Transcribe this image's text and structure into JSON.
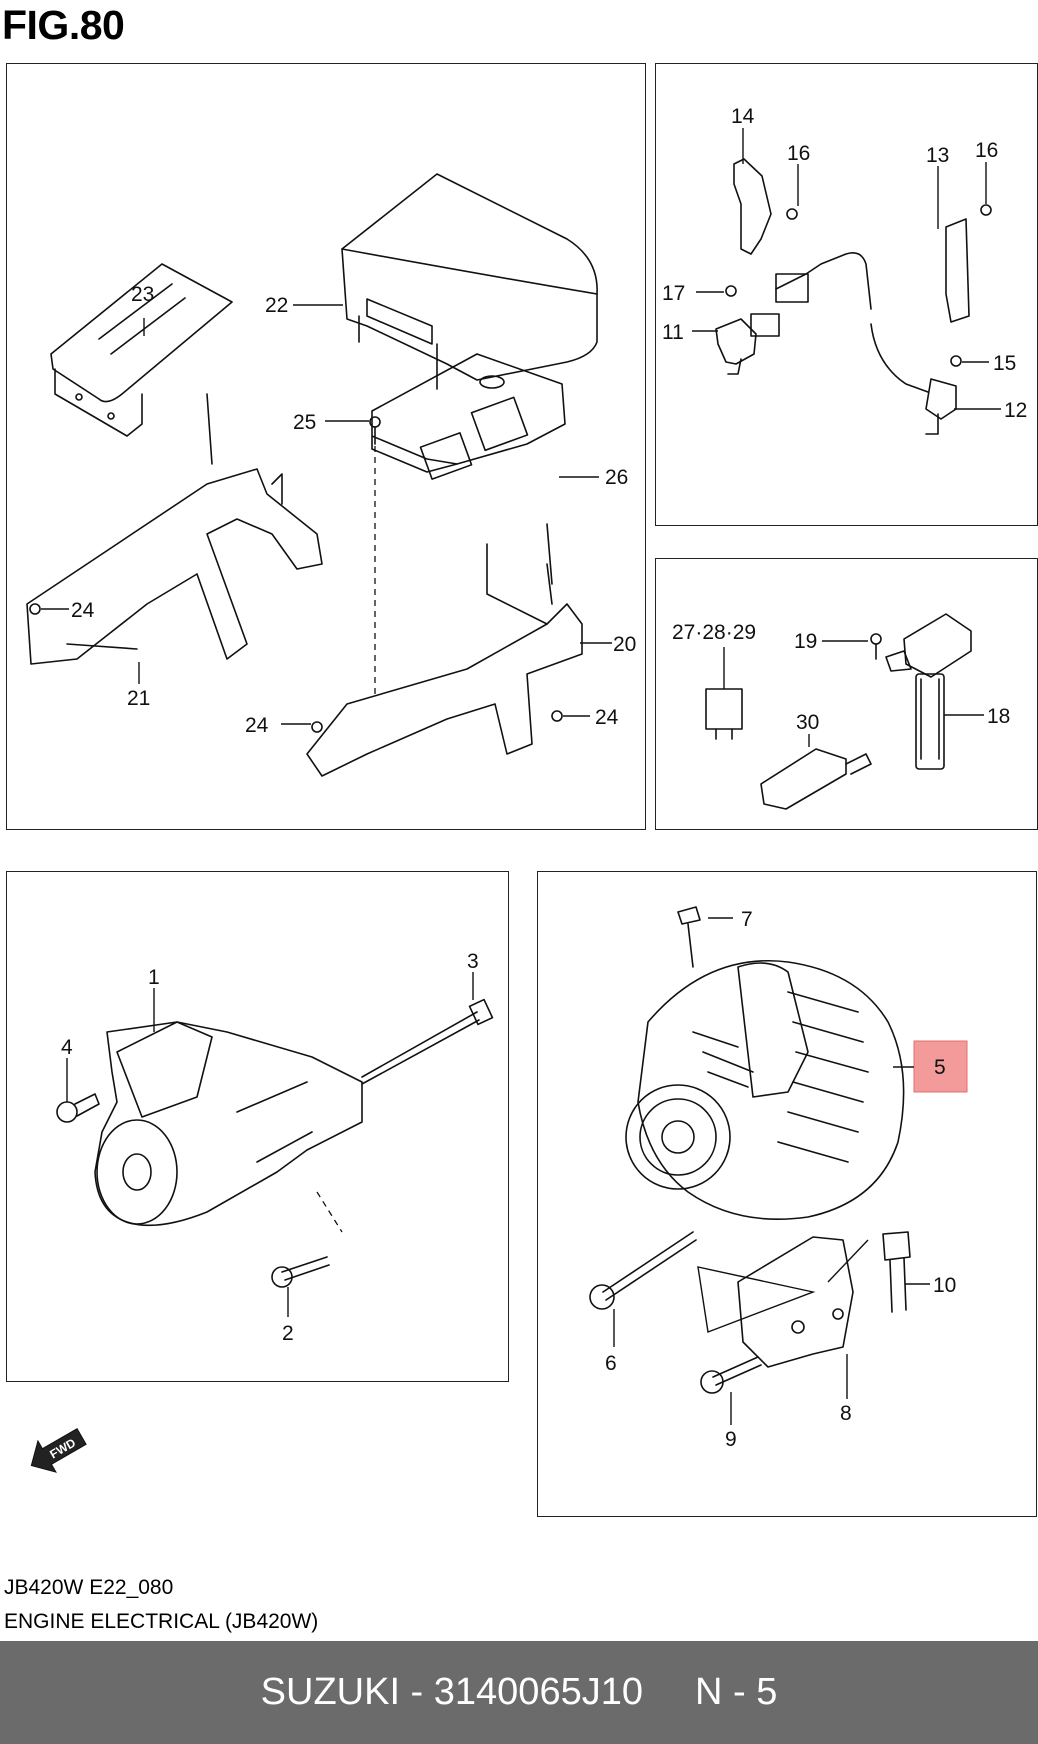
{
  "figure_title": "FIG.80",
  "panels": {
    "ecu": {
      "callouts": [
        "23",
        "22",
        "25",
        "26",
        "24",
        "21",
        "20",
        "24",
        "24"
      ]
    },
    "sensor": {
      "callouts": [
        "14",
        "16",
        "13",
        "16",
        "17",
        "11",
        "15",
        "12"
      ]
    },
    "coil": {
      "callouts": [
        "27·28·29",
        "19",
        "18",
        "30"
      ]
    },
    "starter": {
      "callouts": [
        "1",
        "3",
        "4",
        "2"
      ]
    },
    "alternator": {
      "callouts": [
        "7",
        "5",
        "6",
        "10",
        "9",
        "8"
      ],
      "highlighted_part": "5"
    }
  },
  "fwd_arrow_label": "FWD",
  "diagram_code": "JB420W E22_080",
  "diagram_caption": "ENGINE ELECTRICAL (JB420W)",
  "footer": {
    "brand_part": "SUZUKI - 3140065J10",
    "ref": "N - 5"
  },
  "colors": {
    "highlight": "#f39a9a",
    "footer_bg": "#6b6b6b"
  }
}
